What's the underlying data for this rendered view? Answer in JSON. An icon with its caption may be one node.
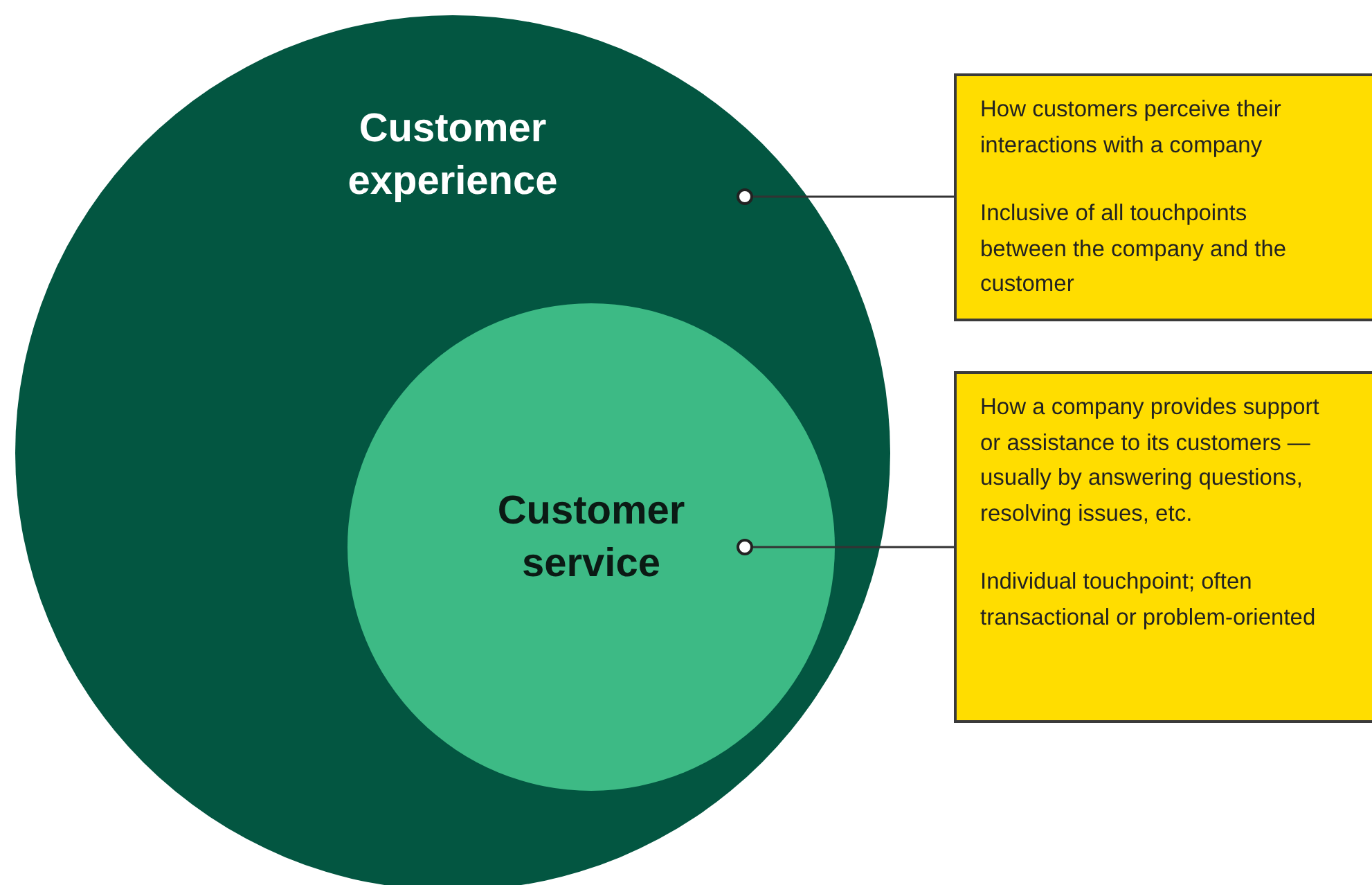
{
  "diagram": {
    "nodes": [
      {
        "text": [
          "Customer experience"
        ]
      },
      {
        "text": [
          "Customer service"
        ],
        "in": 0
      },
      {
        "text": [],
        "shape": "circle",
        "in": 0
      },
      {
        "text": [],
        "shape": "circle",
        "in": 1
      },
      {
        "text": [
          "How customers perceive their interactions with a company",
          "Inclusive of all touchpoints between the company and the customer"
        ]
      },
      {
        "text": [
          "How a company provides support or assistance to its customers — usually by answering questions, resolving issues, etc.",
          "Individual touchpoint; often transactional or problem-oriented"
        ]
      }
    ],
    "edges": [
      {
        "from": 4,
        "to": 2,
        "arrow": "none"
      },
      {
        "from": 5,
        "to": 3,
        "arrow": "none"
      }
    ]
  }
}
